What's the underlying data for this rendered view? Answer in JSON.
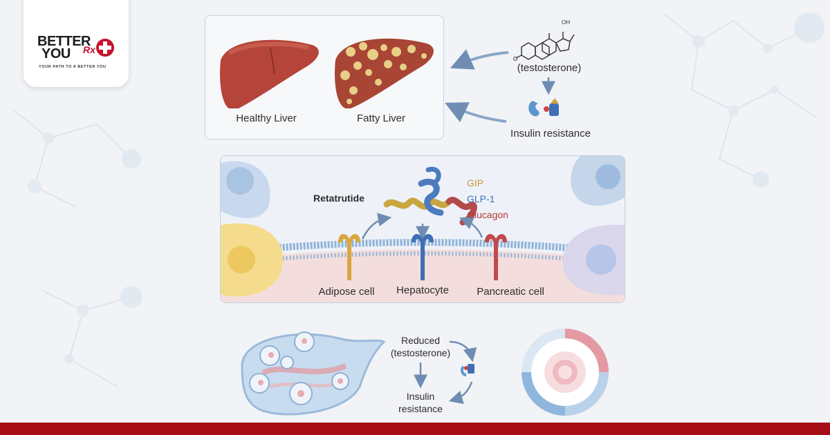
{
  "brand": {
    "line1": "BETTER",
    "line2": "YOU",
    "rx": "Rx",
    "tagline": "YOUR PATH TO A BETTER YOU"
  },
  "top_panel": {
    "healthy_label": "Healthy Liver",
    "fatty_label": "Fatty Liver"
  },
  "hormone": {
    "molecule_label": "(testosterone)",
    "oh_label": "OH",
    "resistance_label": "Insulin resistance"
  },
  "mid_panel": {
    "drug_label": "Retatrutide",
    "legend": [
      {
        "label": "GIP",
        "color": "#d4a23a"
      },
      {
        "label": "GLP-1",
        "color": "#3f6fb5"
      },
      {
        "label": "Glucagon",
        "color": "#b53a3a"
      }
    ],
    "cell_labels": [
      "Adipose cell",
      "Hepatocyte",
      "Pancreatic cell"
    ]
  },
  "bottom": {
    "reduced_line1": "Reduced",
    "reduced_line2": "(testosterone)",
    "insulin_line1": "Insulin",
    "insulin_line2": "resistance"
  },
  "colors": {
    "footer": "#a50e16",
    "brand_red": "#c8102e"
  }
}
